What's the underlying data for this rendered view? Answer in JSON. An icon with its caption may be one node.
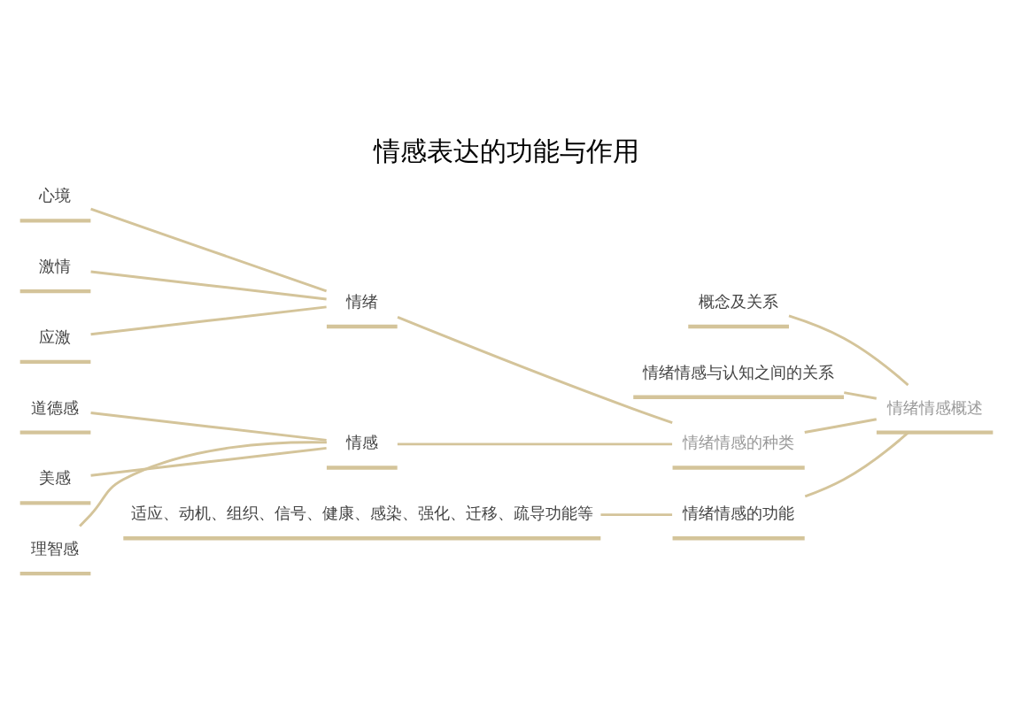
{
  "diagram": {
    "title": "情感表达的功能与作用",
    "nodes": [
      {
        "text": [
          "情绪情感概述"
        ]
      },
      {
        "text": [
          "概念及关系"
        ]
      },
      {
        "text": [
          "情绪情感与认知之间的关系"
        ]
      },
      {
        "text": [
          "情绪情感的种类"
        ]
      },
      {
        "text": [
          "情绪"
        ]
      },
      {
        "text": [
          "心境"
        ]
      },
      {
        "text": [
          "激情"
        ]
      },
      {
        "text": [
          "应激"
        ]
      },
      {
        "text": [
          "情感"
        ]
      },
      {
        "text": [
          "道德感"
        ]
      },
      {
        "text": [
          "美感"
        ]
      },
      {
        "text": [
          "理智感"
        ]
      },
      {
        "text": [
          "情绪情感的功能"
        ]
      },
      {
        "text": [
          "适应、动机、组织、信号、健康、感染、强化、迁移、疏导功能等"
        ]
      }
    ],
    "edges": [
      {
        "from": 0,
        "to": 1,
        "arrow": "none"
      },
      {
        "from": 0,
        "to": 2,
        "arrow": "none"
      },
      {
        "from": 0,
        "to": 3,
        "arrow": "none"
      },
      {
        "from": 3,
        "to": 4,
        "arrow": "none"
      },
      {
        "from": 4,
        "to": 5,
        "arrow": "none"
      },
      {
        "from": 4,
        "to": 6,
        "arrow": "none"
      },
      {
        "from": 4,
        "to": 7,
        "arrow": "none"
      },
      {
        "from": 3,
        "to": 8,
        "arrow": "none"
      },
      {
        "from": 8,
        "to": 9,
        "arrow": "none"
      },
      {
        "from": 8,
        "to": 10,
        "arrow": "none"
      },
      {
        "from": 8,
        "to": 11,
        "arrow": "none"
      },
      {
        "from": 0,
        "to": 12,
        "arrow": "none"
      },
      {
        "from": 12,
        "to": 13,
        "arrow": "none"
      }
    ]
  }
}
